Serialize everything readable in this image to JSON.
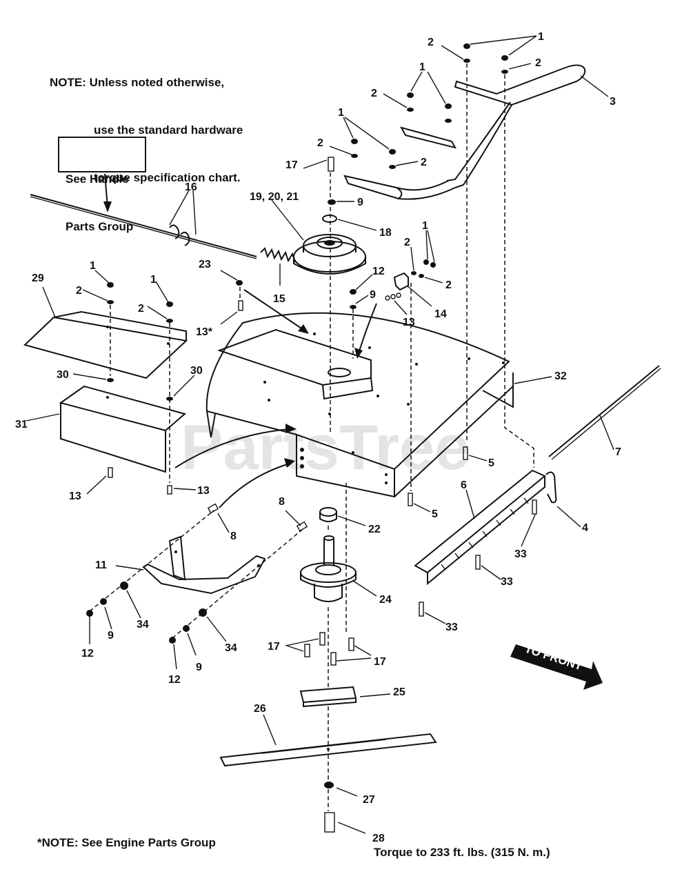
{
  "notes": {
    "top_line1": "NOTE: Unless noted otherwise,",
    "top_line2": "use the standard hardware",
    "top_line3": "torque specification chart.",
    "handle_line1": "See Handle",
    "handle_line2": "Parts Group",
    "engine": "*NOTE: See Engine Parts Group",
    "torque": "Torque to 233 ft. lbs. (315 N. m.)"
  },
  "arrow_label": "TO FRONT",
  "watermark": "PartsTree",
  "callouts": {
    "c1a": "1",
    "c2a": "2",
    "c2b": "2",
    "c3": "3",
    "c1b": "1",
    "c2c": "2",
    "c1c": "1",
    "c2d": "2",
    "c2e": "2",
    "c17a": "17",
    "c16": "16",
    "c19": "19, 20, 21",
    "c9a": "9",
    "c18": "18",
    "c1d": "1",
    "c2f": "2",
    "c2g": "2",
    "c14": "14",
    "c13a": "13",
    "c12a": "12",
    "c9b": "9",
    "c23": "23",
    "c15": "15",
    "c13s": "13*",
    "c1e": "1",
    "c2h": "2",
    "c1f": "1",
    "c2i": "2",
    "c29": "29",
    "c30a": "30",
    "c30b": "30",
    "c31": "31",
    "c32": "32",
    "c7": "7",
    "c5a": "5",
    "c5b": "5",
    "c13b": "13",
    "c13c": "13",
    "c8a": "8",
    "c8b": "8",
    "c22": "22",
    "c6": "6",
    "c4": "4",
    "c11": "11",
    "c33a": "33",
    "c33b": "33",
    "c33c": "33",
    "c24": "24",
    "c34a": "34",
    "c34b": "34",
    "c9c": "9",
    "c9d": "9",
    "c12b": "12",
    "c12c": "12",
    "c17b": "17",
    "c17c": "17",
    "c25": "25",
    "c26": "26",
    "c27": "27",
    "c28": "28"
  }
}
